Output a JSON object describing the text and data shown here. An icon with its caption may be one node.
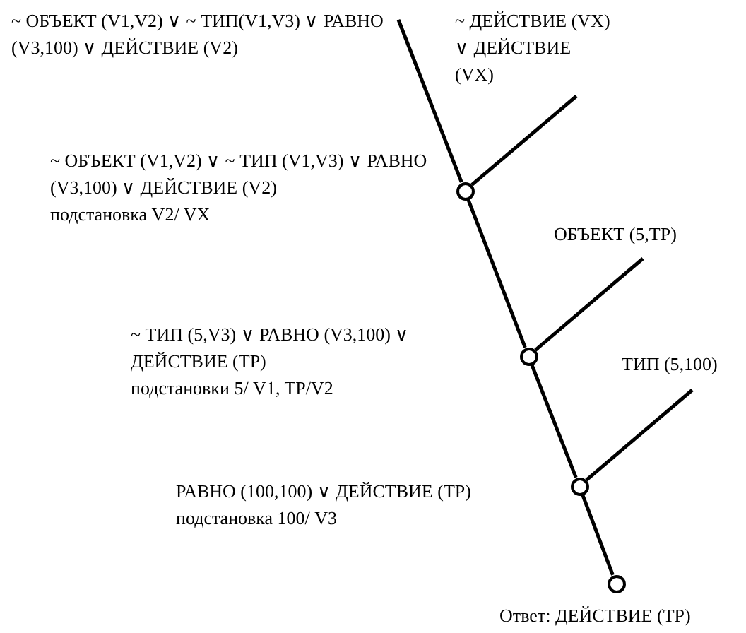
{
  "diagram": {
    "nodes": [
      {
        "text": [
          "~ ОБЪЕКТ (V1,V2) ∨ ~ ТИП(V1,V3) ∨ РАВНО (V3,100) ∨ ДЕЙСТВИЕ (V2)"
        ]
      },
      {
        "text": [
          "~ ДЕЙСТВИЕ (VX) ∨ ДЕЙСТВИЕ (VX)"
        ]
      },
      {
        "text": [],
        "shape": "circle",
        "beside": [
          "~ ОБЪЕКТ (V1,V2) ∨ ~ ТИП (V1,V3) ∨ РАВНО (V3,100) ∨ ДЕЙСТВИЕ (V2)",
          "подстановка V2/ VX"
        ]
      },
      {
        "text": [
          "ОБЪЕКТ (5,TP)"
        ]
      },
      {
        "text": [],
        "shape": "circle",
        "beside": [
          "~ ТИП (5,V3) ∨ РАВНО (V3,100) ∨ ДЕЙСТВИЕ (TP)",
          "подстановки 5/ V1, TP/V2"
        ]
      },
      {
        "text": [
          "ТИП (5,100)"
        ]
      },
      {
        "text": [],
        "shape": "circle",
        "beside": [
          "РАВНО (100,100) ∨ ДЕЙСТВИЕ (TP)",
          "подстановка 100/ V3"
        ]
      },
      {
        "text": [],
        "shape": "circle",
        "beside": [
          "Ответ: ДЕЙСТВИЕ (TP)"
        ]
      }
    ],
    "edges": [
      {
        "from": 0,
        "to": 2,
        "arrow": "none"
      },
      {
        "from": 1,
        "to": 2,
        "arrow": "none"
      },
      {
        "from": 2,
        "to": 4,
        "arrow": "none"
      },
      {
        "from": 3,
        "to": 4,
        "arrow": "none"
      },
      {
        "from": 4,
        "to": 6,
        "arrow": "none"
      },
      {
        "from": 5,
        "to": 6,
        "arrow": "none"
      },
      {
        "from": 6,
        "to": 7,
        "arrow": "none"
      }
    ]
  }
}
